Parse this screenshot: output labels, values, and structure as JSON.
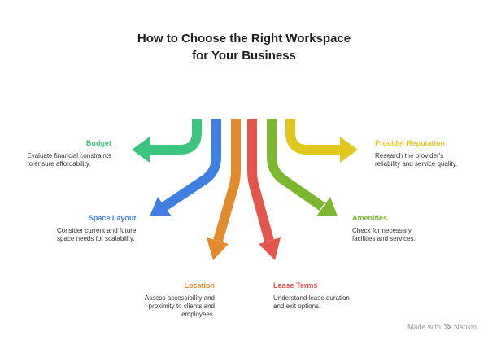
{
  "title": {
    "line1": "How to Choose the Right Workspace",
    "line2": "for Your Business"
  },
  "items": {
    "budget": {
      "label": "Budget",
      "desc1": "Evaluate financial constraints",
      "desc2": "to ensure affordability.",
      "color": "#3dc47e"
    },
    "space_layout": {
      "label": "Space Layout",
      "desc1": "Consider current and future",
      "desc2": "space needs for scalability.",
      "color": "#3f7fe0"
    },
    "location": {
      "label": "Location",
      "desc1": "Assess accessibility and",
      "desc2": "proximity to clients and",
      "desc3": "employees.",
      "color": "#e38a2e"
    },
    "lease_terms": {
      "label": "Lease Terms",
      "desc1": "Understand lease duration",
      "desc2": "and exit options.",
      "color": "#e4554b"
    },
    "amenities": {
      "label": "Amenities",
      "desc1": "Check for necessary",
      "desc2": "facilities and services.",
      "color": "#7cb82f"
    },
    "provider_reputation": {
      "label": "Provider Reputation",
      "desc1": "Research the provider's",
      "desc2": "reliability and service quality.",
      "color": "#e2c81c"
    }
  },
  "footer": {
    "made_with": "Made with",
    "brand": "Napkin",
    "icon": "napkin-logo-icon"
  }
}
